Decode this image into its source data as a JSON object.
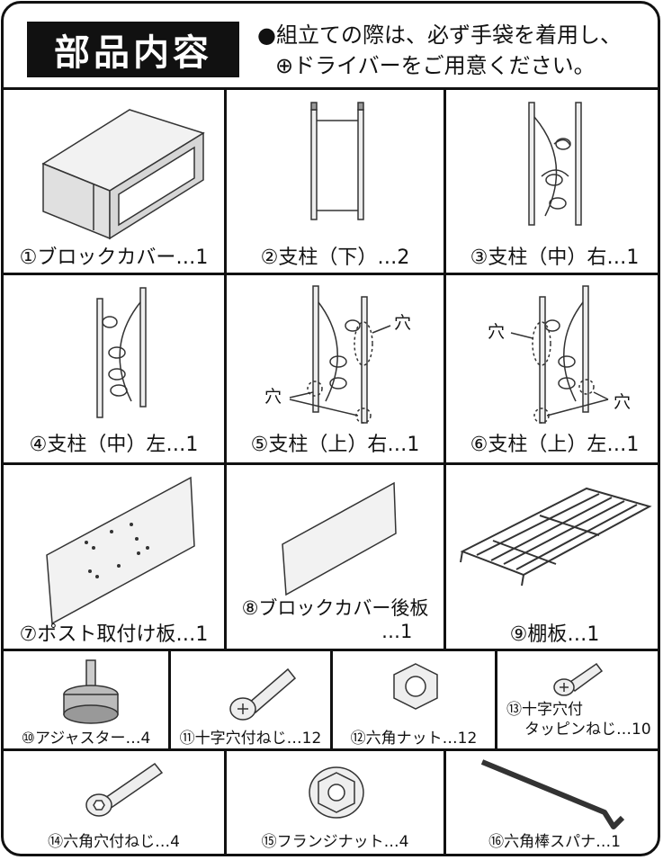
{
  "header": {
    "title": "部品内容",
    "notice_line1": "●組立ての際は、必ず手袋を着用し、",
    "notice_line2": "⊕ドライバーをご用意ください。"
  },
  "parts": [
    {
      "no": "①",
      "label": "①ブロックカバー…1"
    },
    {
      "no": "②",
      "label": "②支柱（下）…2"
    },
    {
      "no": "③",
      "label": "③支柱（中）右…1"
    },
    {
      "no": "④",
      "label": "④支柱（中）左…1"
    },
    {
      "no": "⑤",
      "label": "⑤支柱（上）右…1"
    },
    {
      "no": "⑥",
      "label": "⑥支柱（上）左…1"
    },
    {
      "no": "⑦",
      "label": "⑦ポスト取付け板…1"
    },
    {
      "no": "⑧",
      "label_line1": "⑧ブロックカバー後板",
      "label_line2": "…1"
    },
    {
      "no": "⑨",
      "label": "⑨棚板…1"
    },
    {
      "no": "⑩",
      "label": "⑩アジャスター…4"
    },
    {
      "no": "⑪",
      "label": "⑪十字穴付ねじ…12"
    },
    {
      "no": "⑫",
      "label": "⑫六角ナット…12"
    },
    {
      "no": "⑬",
      "label_line1": "⑬十字穴付",
      "label_line2": "タッピンねじ…10"
    },
    {
      "no": "⑭",
      "label": "⑭六角穴付ねじ…4"
    },
    {
      "no": "⑮",
      "label": "⑮フランジナット…4"
    },
    {
      "no": "⑯",
      "label": "⑯六角棒スパナ…1"
    }
  ],
  "callouts": {
    "hole": "穴"
  }
}
